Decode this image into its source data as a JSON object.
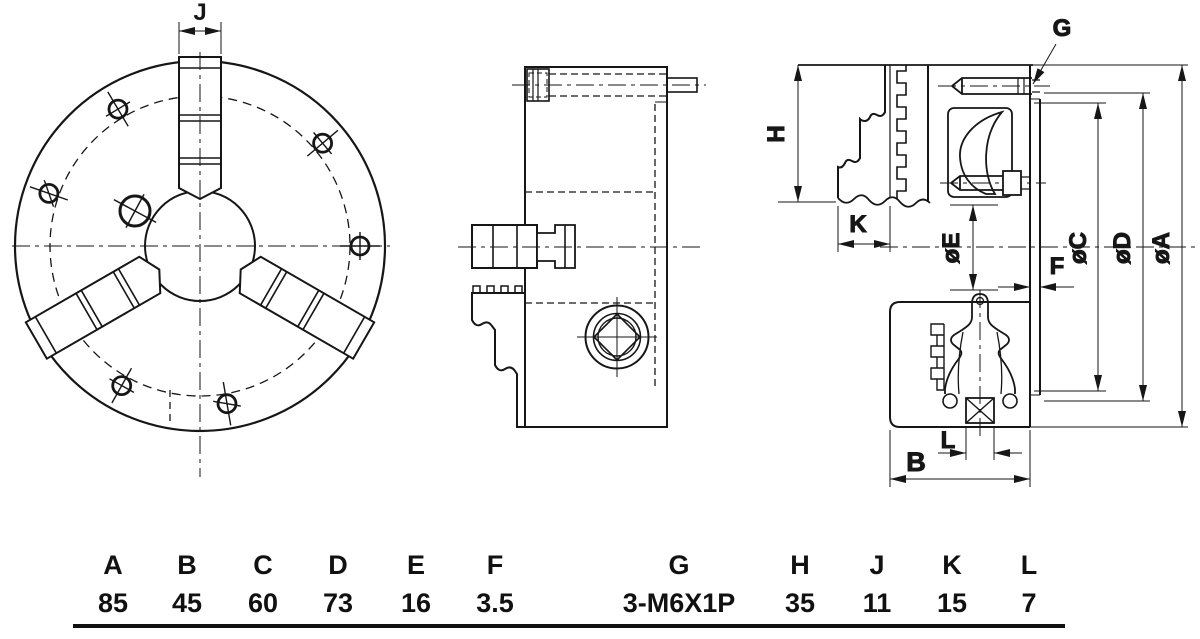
{
  "labels": {
    "j": "J",
    "g": "G",
    "h": "H",
    "k": "K",
    "f": "F",
    "l": "L",
    "b": "B",
    "dia_e": "øE",
    "dia_c": "øC",
    "dia_d": "øD",
    "dia_a": "øA"
  },
  "table": {
    "columns": [
      "A",
      "B",
      "C",
      "D",
      "E",
      "F",
      "G",
      "H",
      "J",
      "K",
      "L"
    ],
    "values": [
      "85",
      "45",
      "60",
      "73",
      "16",
      "3.5",
      "3-M6X1P",
      "35",
      "11",
      "15",
      "7"
    ]
  }
}
